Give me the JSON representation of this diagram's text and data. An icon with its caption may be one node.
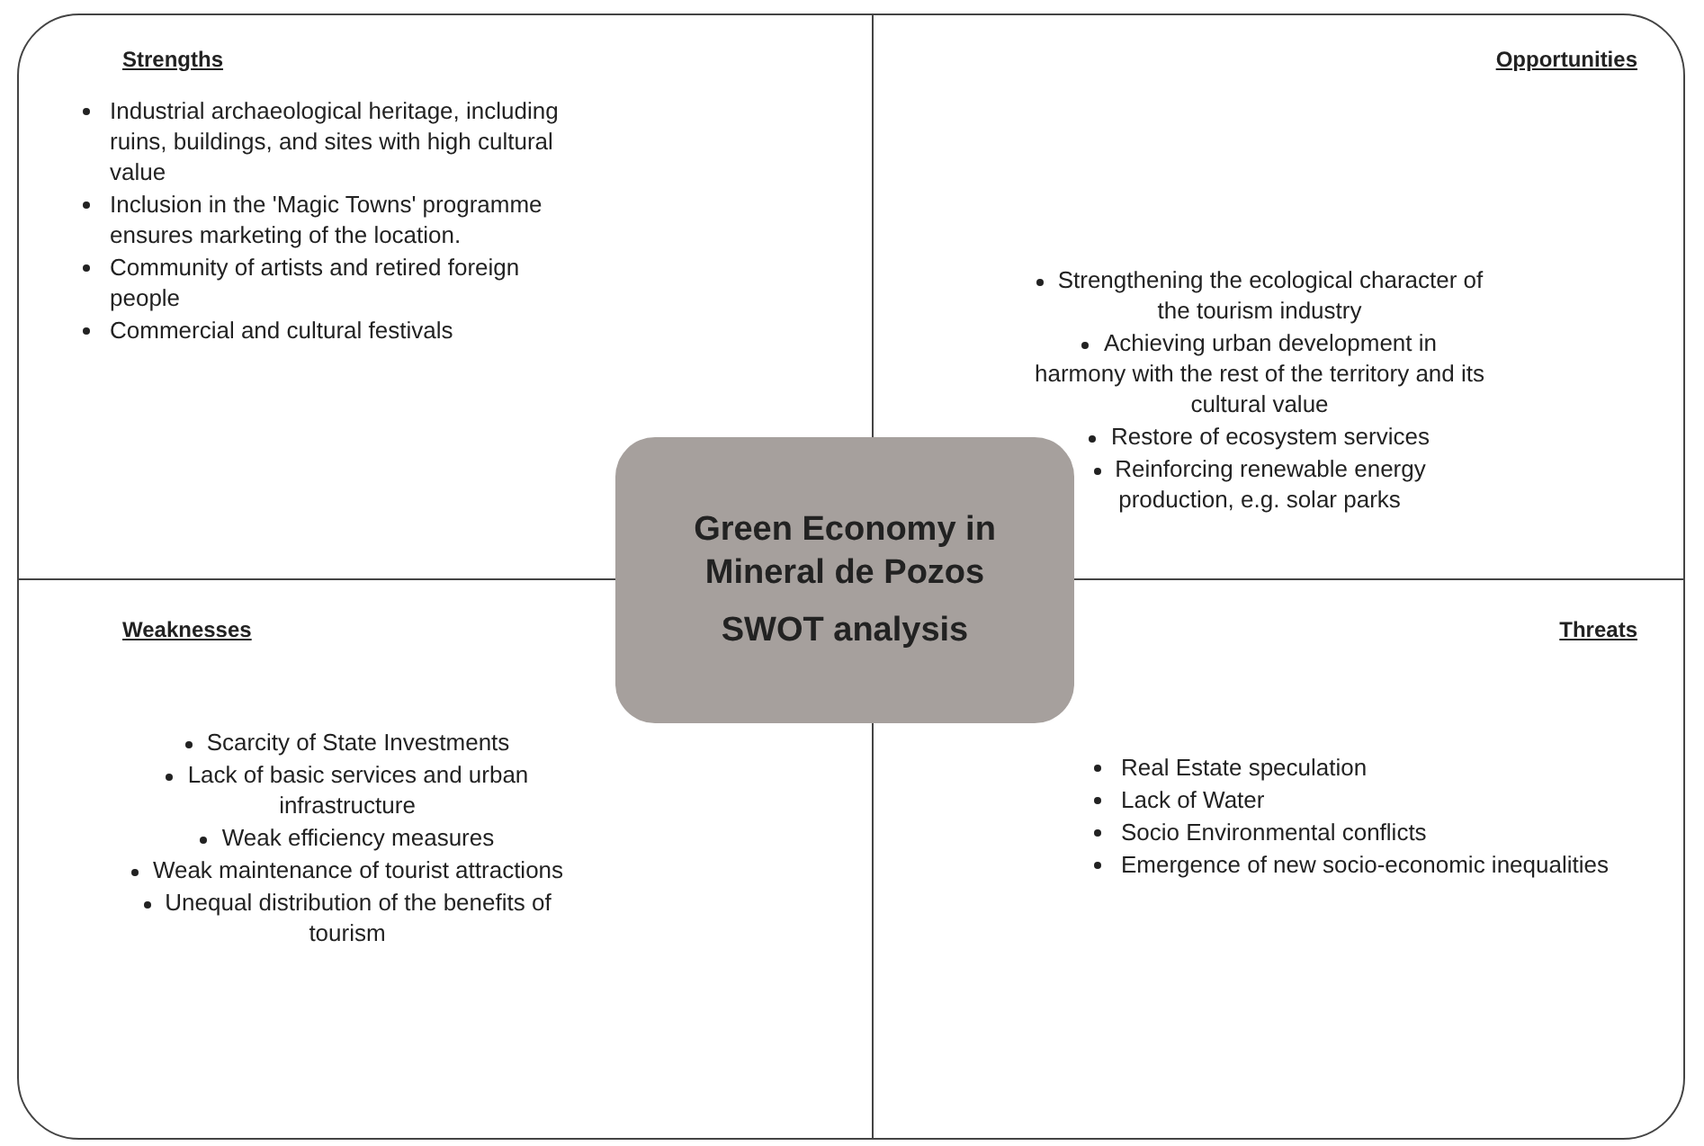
{
  "diagram": {
    "nodes": [
      {
        "text": [
          "Strengths",
          "Industrial archaeological heritage, including ruins, buildings, and sites with high cultural value",
          "Inclusion in the 'Magic Towns' programme ensures marketing of the location.",
          "Community of artists and retired foreign people",
          "Commercial and cultural festivals"
        ]
      },
      {
        "text": [
          "Opportunities",
          "Strengthening the ecological character of the tourism industry",
          "Achieving urban development in harmony with the rest of the territory and its cultural value",
          "Restore of ecosystem services",
          "Reinforcing renewable energy production, e.g. solar parks"
        ]
      },
      {
        "text": [
          "Weaknesses",
          "Scarcity of State Investments",
          "Lack of basic services and urban infrastructure",
          "Weak efficiency measures",
          "Weak maintenance of tourist attractions",
          "Unequal distribution of the benefits of tourism"
        ]
      },
      {
        "text": [
          "Threats",
          "Real Estate speculation",
          "Lack of Water",
          "Socio Environmental conflicts",
          "Emergence of new socio-economic inequalities"
        ]
      },
      {
        "text": [
          "Green Economy in Mineral de Pozos",
          "SWOT analysis"
        ]
      }
    ]
  }
}
